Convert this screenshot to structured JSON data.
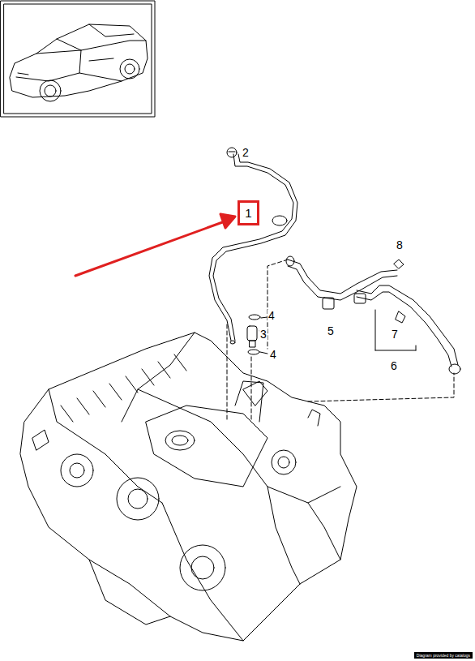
{
  "diagram": {
    "nodes": [
      {
        "text": [
          "1"
        ]
      }
    ],
    "labels": [
      "2",
      "8",
      "4",
      "3",
      "5",
      "7",
      "4",
      "6",
      "Diagram provided by catalogs"
    ]
  }
}
